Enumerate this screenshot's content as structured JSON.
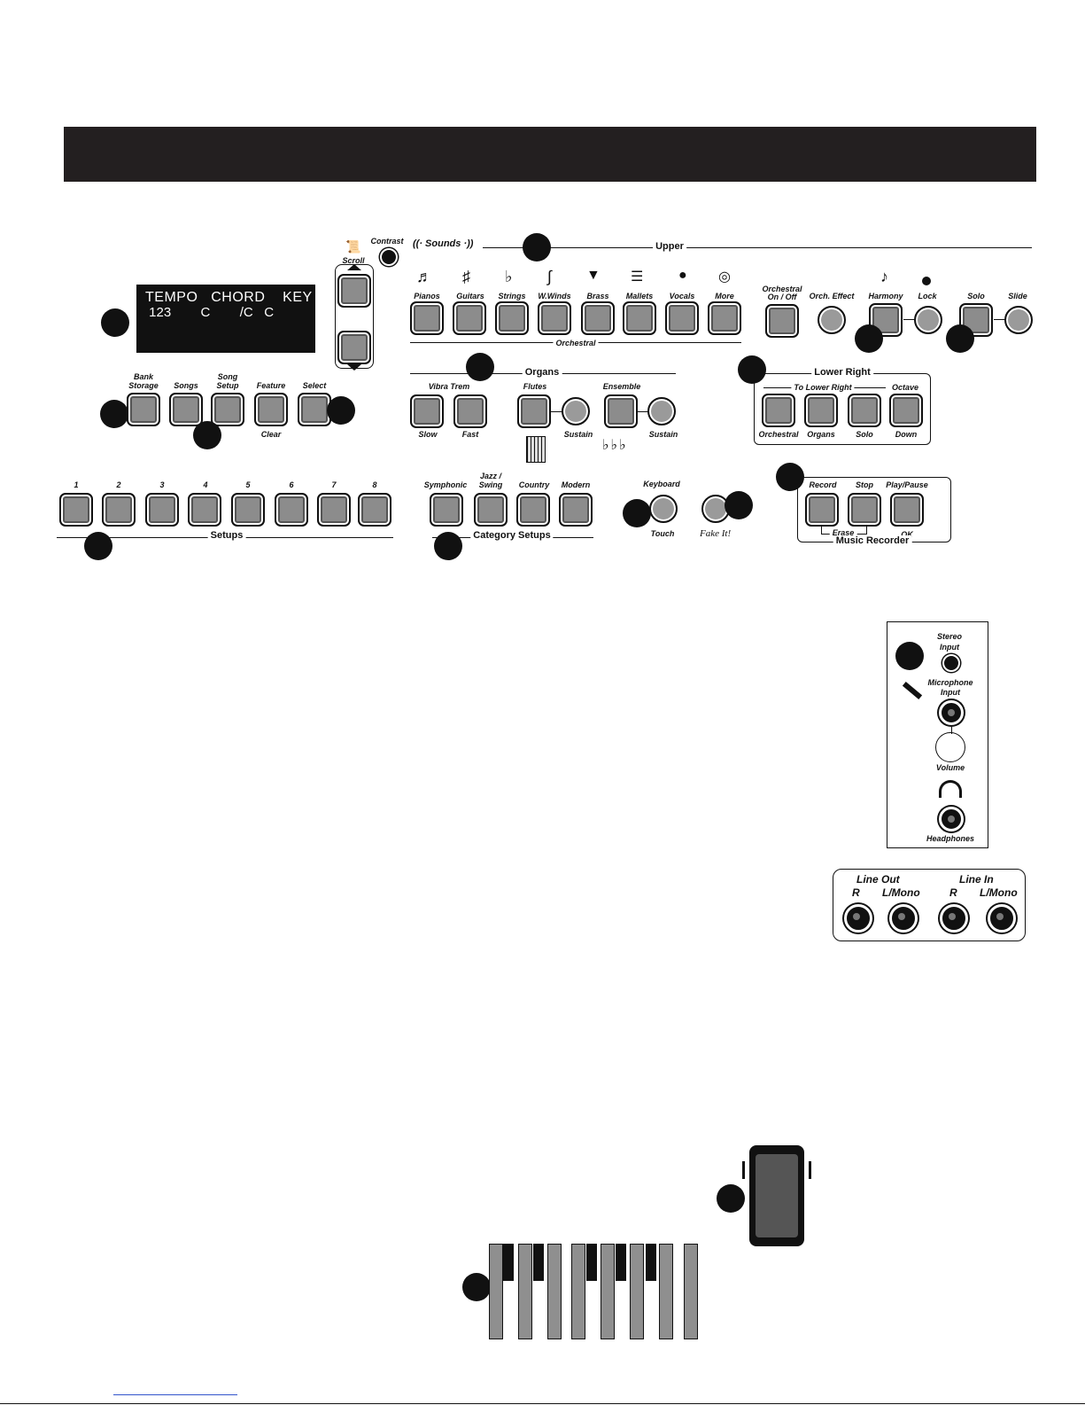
{
  "display": {
    "line1": "TEMPO   CHORD    KEY",
    "line2": " 123        C        /C   C"
  },
  "top_controls": {
    "contrast": "Contrast",
    "scroll": "Scroll"
  },
  "sounds_section": {
    "sounds_badge": "Sounds",
    "upper": "Upper",
    "orchestral": "Orchestral",
    "buttons": [
      "Pianos",
      "Guitars",
      "Strings",
      "W.Winds",
      "Brass",
      "Mallets",
      "Vocals",
      "More"
    ]
  },
  "orch": {
    "on_off_1": "Orchestral",
    "on_off_2": "On / Off",
    "effect": "Orch. Effect",
    "harmony": "Harmony",
    "lock": "Lock",
    "solo": "Solo",
    "slide": "Slide"
  },
  "left_buttons": {
    "bank_1": "Bank",
    "bank_2": "Storage",
    "songs": "Songs",
    "songsetup_1": "Song",
    "songsetup_2": "Setup",
    "feature": "Feature",
    "clear": "Clear",
    "select": "Select"
  },
  "organs": {
    "title": "Organs",
    "vibratrem": "Vibra Trem",
    "slow": "Slow",
    "fast": "Fast",
    "flutes": "Flutes",
    "sustain1": "Sustain",
    "ensemble": "Ensemble",
    "sustain2": "Sustain"
  },
  "lower_right": {
    "title": "Lower Right",
    "to_lower_right": "To Lower Right",
    "octave": "Octave",
    "buttons": [
      "Orchestral",
      "Organs",
      "Solo",
      "Down"
    ]
  },
  "setups": {
    "title": "Setups",
    "numbers": [
      "1",
      "2",
      "3",
      "4",
      "5",
      "6",
      "7",
      "8"
    ]
  },
  "category_setups": {
    "title": "Category Setups",
    "buttons": [
      "Symphonic",
      "Jazz /",
      "Country",
      "Modern"
    ],
    "jazz_line2": "Swing"
  },
  "keyboard_touch": {
    "top": "Keyboard",
    "bottom": "Touch"
  },
  "fake_it": "Fake It!",
  "music_recorder": {
    "title": "Music Recorder",
    "record": "Record",
    "stop": "Stop",
    "playpause": "Play/Pause",
    "erase": "Erase",
    "ok": "OK"
  },
  "side_panel": {
    "stereo": "Stereo",
    "input": "Input",
    "microphone": "Microphone",
    "mic_input": "Input",
    "volume": "Volume",
    "headphones": "Headphones"
  },
  "line_io": {
    "line_out": "Line Out",
    "line_in": "Line In",
    "r1": "R",
    "lmono1": "L/Mono",
    "r2": "R",
    "lmono2": "L/Mono"
  }
}
